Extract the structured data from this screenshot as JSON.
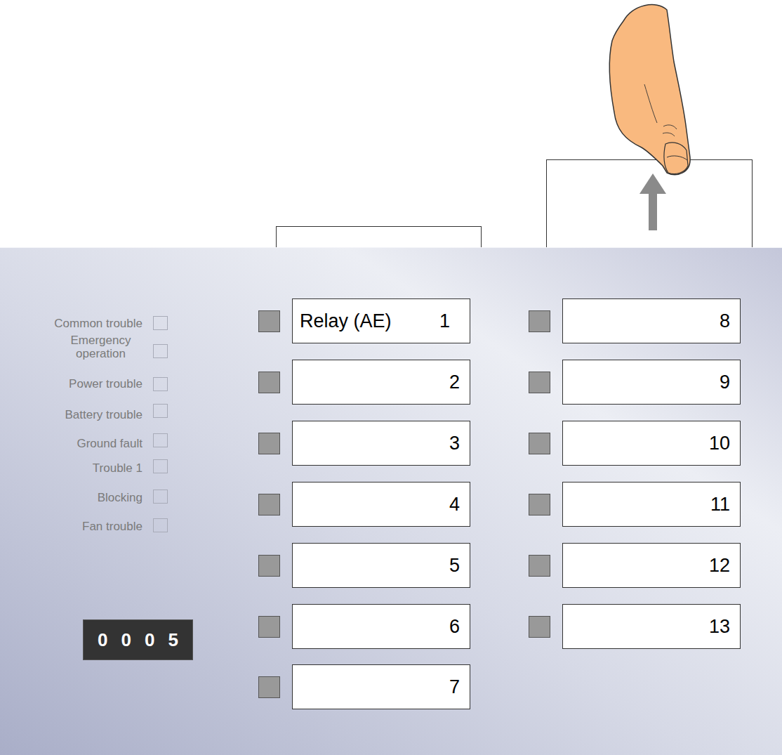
{
  "diagram": {
    "nodes": [
      {
        "text": [
          "Relay (AE)",
          "1"
        ]
      },
      {
        "text": [
          "2"
        ]
      },
      {
        "text": [
          "3"
        ]
      },
      {
        "text": [
          "4"
        ]
      },
      {
        "text": [
          "5"
        ]
      },
      {
        "text": [
          "6"
        ]
      },
      {
        "text": [
          "7"
        ]
      },
      {
        "text": [
          "8"
        ]
      },
      {
        "text": [
          "9"
        ]
      },
      {
        "text": [
          "10"
        ]
      },
      {
        "text": [
          "11"
        ]
      },
      {
        "text": [
          "12"
        ]
      },
      {
        "text": [
          "13"
        ]
      },
      {
        "text": [
          "0005"
        ]
      }
    ],
    "labels": [
      "Common trouble",
      "Emergency operation",
      "Power trouble",
      "Battery trouble",
      "Ground fault",
      "Trouble 1",
      "Blocking",
      "Fan trouble"
    ]
  }
}
